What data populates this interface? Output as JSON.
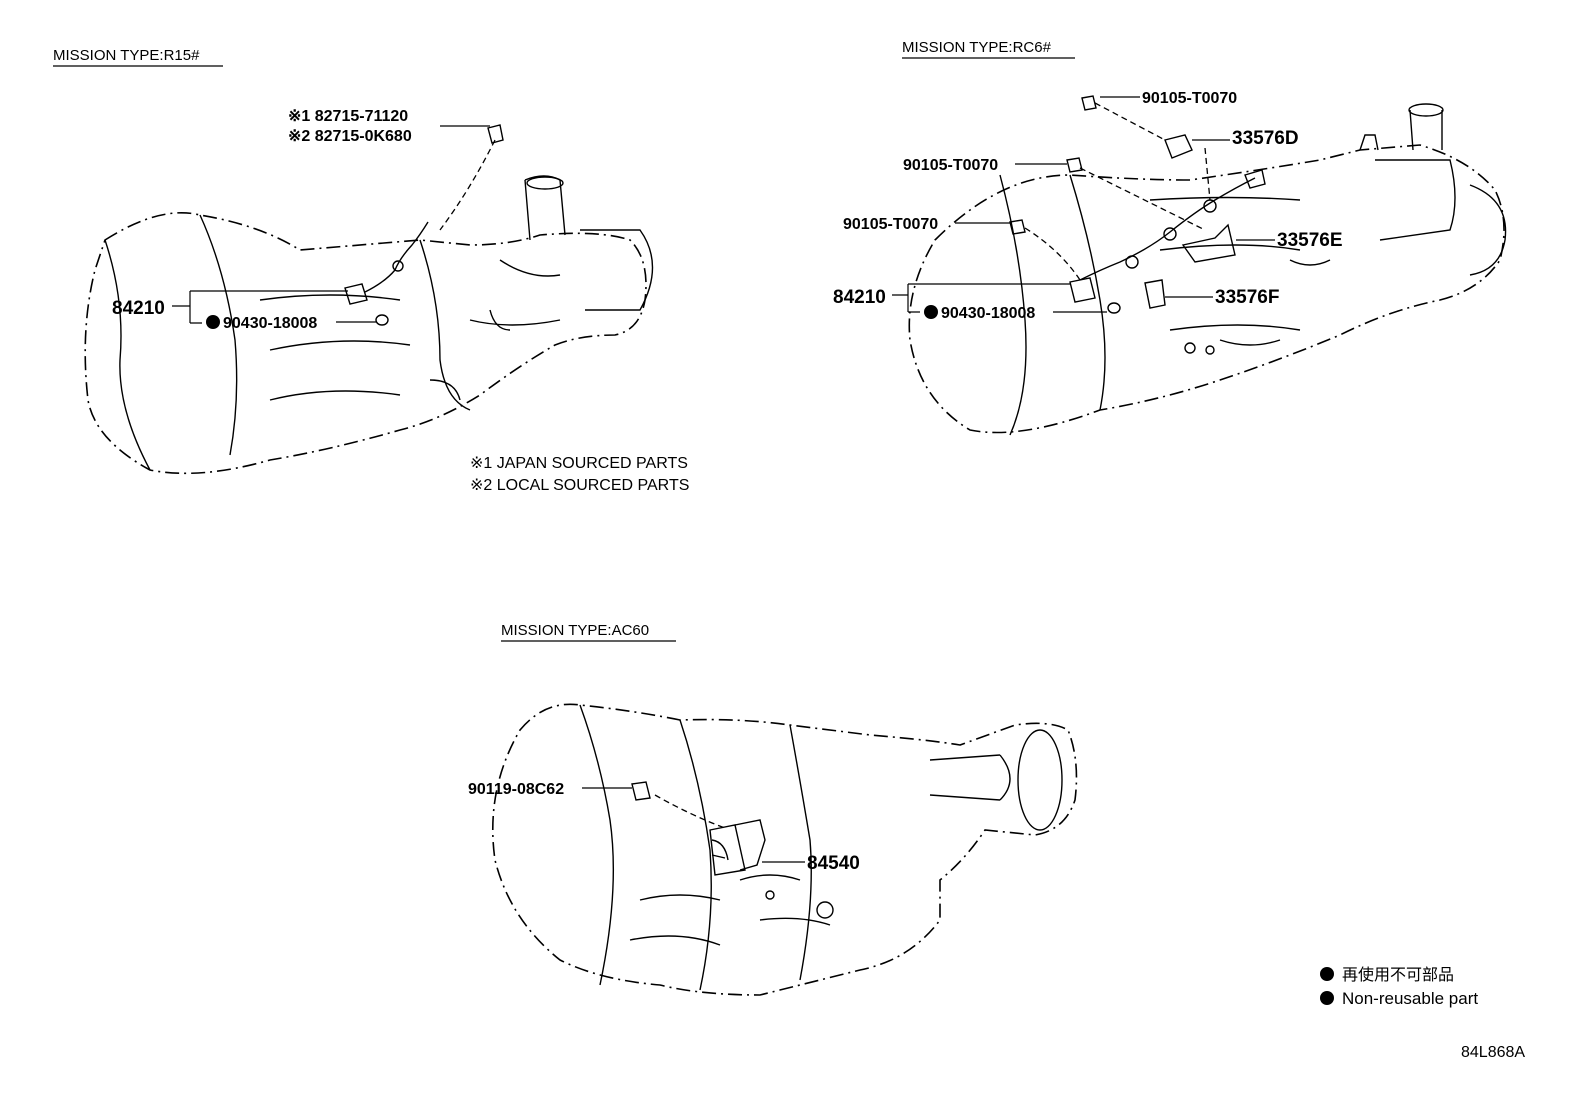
{
  "diagram": {
    "r15": {
      "title": "MISSION TYPE:R15#",
      "part_sensor": "84210",
      "part_gasket": "90430-18008",
      "part_clamp_1": "※1 82715-71120",
      "part_clamp_2": "※2 82715-0K680",
      "note_1": "※1 JAPAN SOURCED PARTS",
      "note_2": "※2 LOCAL SOURCED PARTS"
    },
    "rc6": {
      "title": "MISSION TYPE:RC6#",
      "part_bolt_a": "90105-T0070",
      "part_bolt_b": "90105-T0070",
      "part_bolt_c": "90105-T0070",
      "part_bracket_d": "33576D",
      "part_bracket_e": "33576E",
      "part_bracket_f": "33576F",
      "part_sensor": "84210",
      "part_gasket": "90430-18008"
    },
    "ac60": {
      "title": "MISSION TYPE:AC60",
      "part_bolt": "90119-08C62",
      "part_switch": "84540"
    },
    "legend": {
      "jp": "再使用不可部品",
      "en": "Non-reusable part"
    },
    "figure_code": "84L868A"
  }
}
